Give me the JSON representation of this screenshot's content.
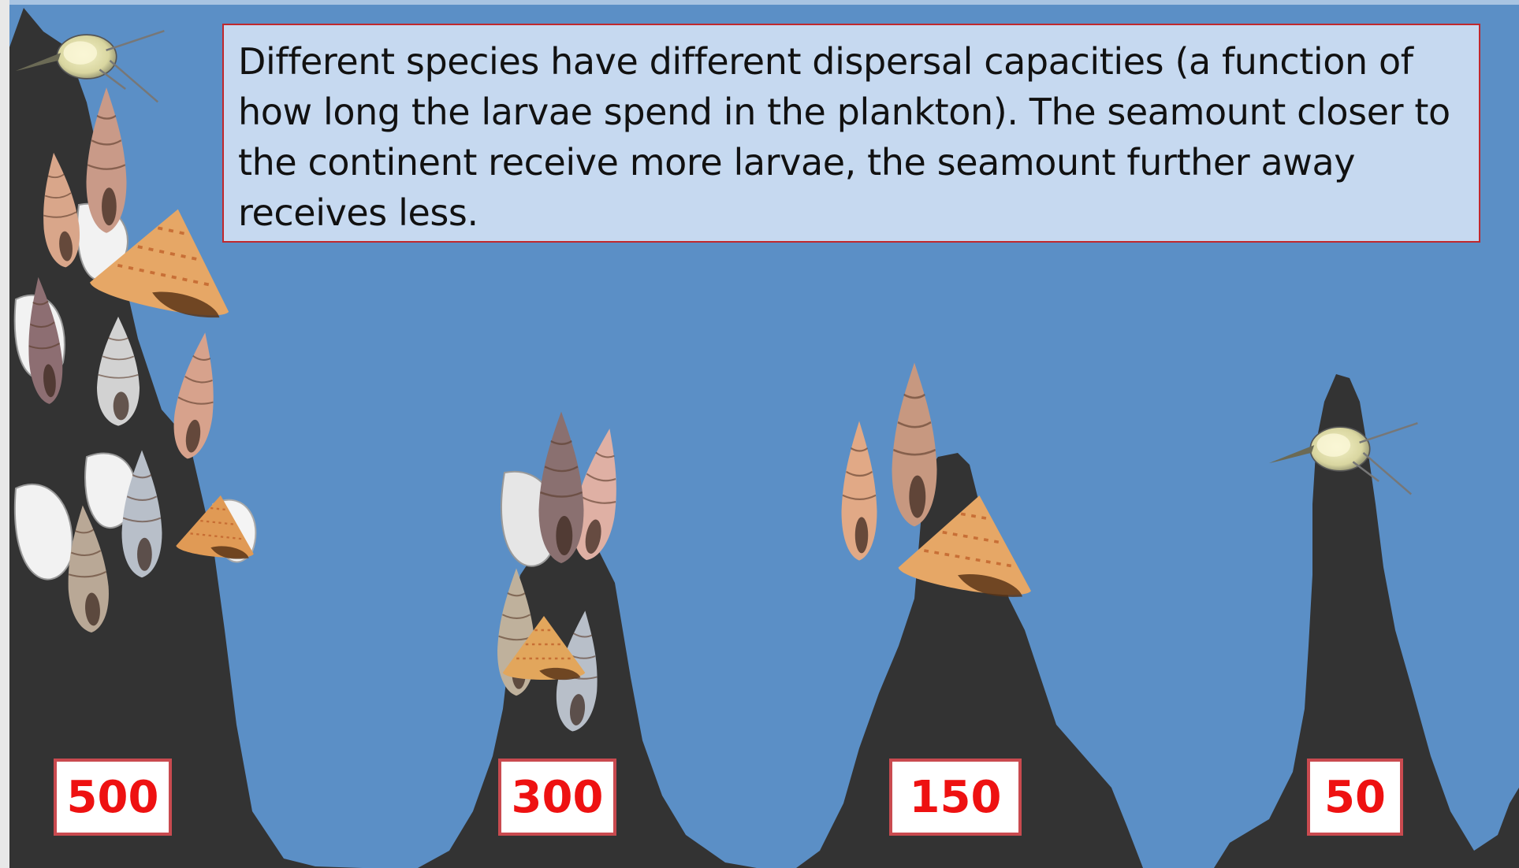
{
  "caption": "Different species have different dispersal capacities (a function of how long the larvae spend in the plankton). The seamount closer to the continent receive more larvae, the seamount further away receives less.",
  "seamount_counts": [
    "500",
    "300",
    "150",
    "50"
  ],
  "icons": {
    "snail": "gastropod-shell-icon",
    "larva": "veliger-larva-icon"
  },
  "colors": {
    "ocean": "#5b8fc6",
    "seafloor": "#333333",
    "caption_bg": "#c6d9f0",
    "border": "#c0282d",
    "count_text": "#ee1111"
  }
}
